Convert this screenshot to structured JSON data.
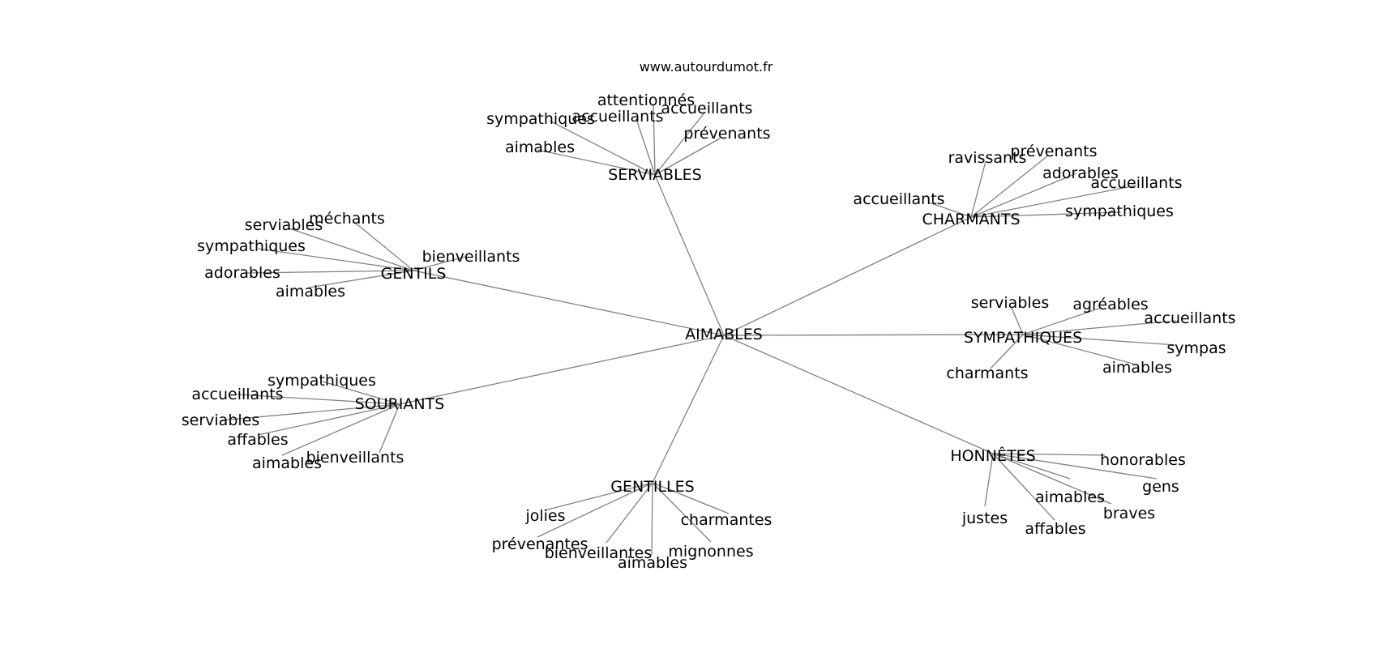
{
  "credit": "www.autourdumot.fr",
  "graph": {
    "center": "AIMABLES",
    "clusters": [
      {
        "label": "SERVIABLES",
        "leaves": [
          "attentionnés",
          "accueillants",
          "sympathiques",
          "accueillants",
          "prévenants",
          "aimables"
        ]
      },
      {
        "label": "CHARMANTS",
        "leaves": [
          "ravissants",
          "prévenants",
          "adorables",
          "accueillants",
          "accueillants",
          "sympathiques"
        ]
      },
      {
        "label": "GENTILS",
        "leaves": [
          "méchants",
          "serviables",
          "sympathiques",
          "bienveillants",
          "adorables",
          "aimables"
        ]
      },
      {
        "label": "SYMPATHIQUES",
        "leaves": [
          "serviables",
          "agréables",
          "accueillants",
          "sympas",
          "aimables",
          "charmants"
        ]
      },
      {
        "label": "SOURIANTS",
        "leaves": [
          "sympathiques",
          "accueillants",
          "serviables",
          "affables",
          "aimables",
          "bienveillants"
        ]
      },
      {
        "label": "HONNÊTES",
        "leaves": [
          "honorables",
          "gens",
          "aimables",
          "braves",
          "justes",
          "affables"
        ]
      },
      {
        "label": "GENTILLES",
        "leaves": [
          "jolies",
          "charmantes",
          "prévenantes",
          "bienveillantes",
          "mignonnes",
          "aimables"
        ]
      }
    ]
  }
}
